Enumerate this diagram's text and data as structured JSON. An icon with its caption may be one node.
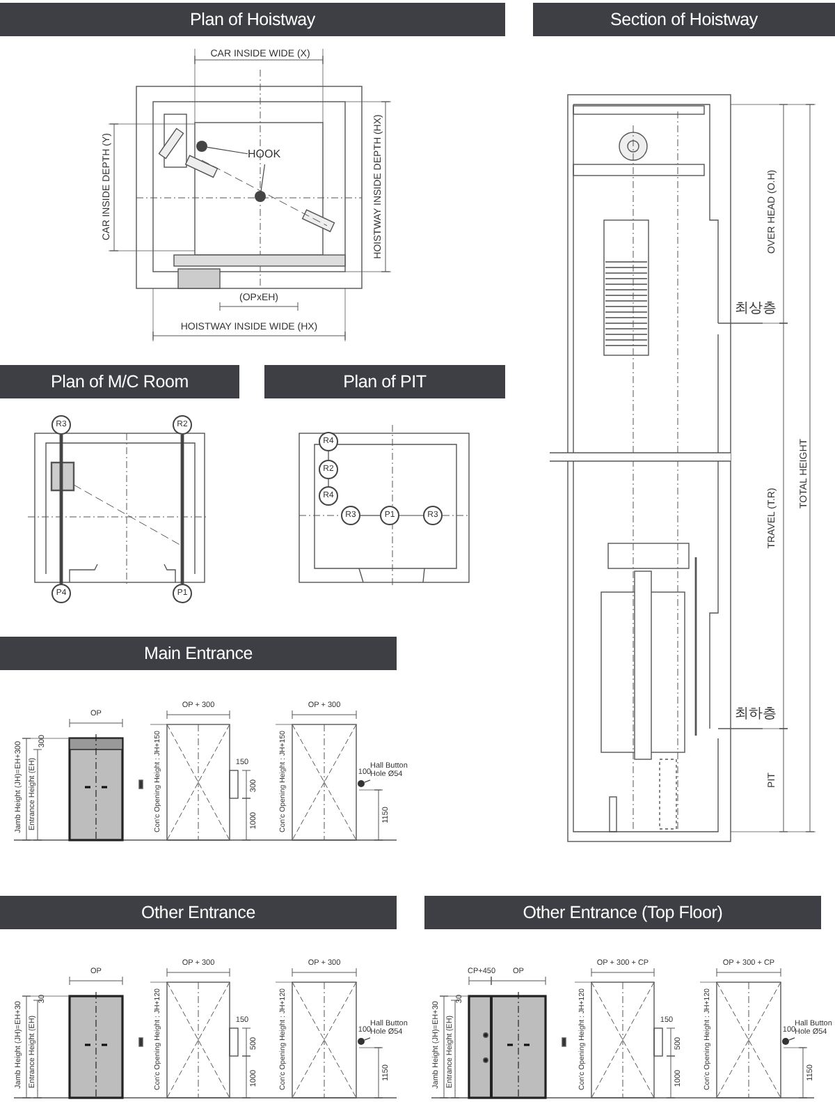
{
  "diagram": {
    "nodes": [
      {
        "text": [
          "Plan of Hoistway"
        ]
      },
      {
        "text": [
          "Section of Hoistway"
        ]
      },
      {
        "text": [
          "Plan of M/C Room"
        ]
      },
      {
        "text": [
          "Plan of PIT"
        ]
      },
      {
        "text": [
          "Main Entrance"
        ]
      },
      {
        "text": [
          "Other Entrance"
        ]
      },
      {
        "text": [
          "Other Entrance (Top Floor)"
        ]
      },
      {
        "text": [
          "HOOK"
        ]
      },
      {
        "text": [],
        "shape": "circle"
      },
      {
        "text": [],
        "shape": "circle"
      },
      {
        "text": [
          "R3"
        ]
      },
      {
        "text": [
          "R2"
        ]
      },
      {
        "text": [
          "P4"
        ]
      },
      {
        "text": [
          "P1"
        ]
      },
      {
        "text": [
          "R4"
        ]
      },
      {
        "text": [
          "R2"
        ]
      },
      {
        "text": [
          "R4"
        ]
      },
      {
        "text": [
          "R3"
        ]
      },
      {
        "text": [
          "P1"
        ]
      },
      {
        "text": [
          "R3"
        ]
      },
      {
        "text": [
          "Hall Button Hole Ø54"
        ]
      },
      {
        "text": [],
        "shape": "circle"
      },
      {
        "text": [
          "Hall Button Hole Ø54"
        ]
      },
      {
        "text": [],
        "shape": "circle"
      },
      {
        "text": [
          "Hall Button Hole Ø54"
        ]
      },
      {
        "text": [],
        "shape": "circle"
      }
    ],
    "edges": [
      {
        "from": 7,
        "to": 8,
        "arrow": "none"
      },
      {
        "from": 10,
        "to": 12,
        "arrow": "none",
        "style": "thick"
      },
      {
        "from": 11,
        "to": 13,
        "arrow": "none",
        "style": "thick"
      },
      {
        "from": 7,
        "to": 9,
        "arrow": "none"
      },
      {
        "from": 14,
        "to": 15,
        "arrow": "none"
      },
      {
        "from": 15,
        "to": 16,
        "arrow": "none"
      },
      {
        "from": 17,
        "to": 18,
        "arrow": "none"
      },
      {
        "from": 18,
        "to": 19,
        "arrow": "none"
      },
      {
        "from": 20,
        "to": 21,
        "arrow": "none"
      },
      {
        "from": 22,
        "to": 23,
        "arrow": "none"
      },
      {
        "from": 24,
        "to": 25,
        "arrow": "none"
      }
    ],
    "labels": [
      "CAR INSIDE WIDE (X)",
      "CAR INSIDE DEPTH (Y)",
      "HOISTWAY INSIDE DEPTH (HX)",
      "(OPxEH)",
      "HOISTWAY INSIDE WIDE (HX)",
      "OVER HEAD (O.H)",
      "최상층",
      "TRAVEL (T.R)",
      "TOTAL HEIGHT",
      "최하층",
      "PIT",
      "OP",
      "300",
      "Jamb Height (JH)=EH+300",
      "Entrance Height (EH)",
      "OP + 300",
      "Con'c Opening Height : JH+150",
      "150",
      "300",
      "1000",
      "OP + 300",
      "Con'c Opening Height : JH+150",
      "100",
      "1150",
      "OP",
      "30",
      "Jamb Height (JH)=EH+30",
      "Entrance Height (EH)",
      "OP + 300",
      "Con'c Opening Height : JH+120",
      "150",
      "500",
      "1000",
      "OP + 300",
      "Con'c Opening Height : JH+120",
      "100",
      "1150",
      "CP+450",
      "OP",
      "30",
      "Jamb Height (JH)=EH+30",
      "Entrance Height (EH)",
      "OP + 300 + CP",
      "Con'c Opening Height : JH+120",
      "150",
      "500",
      "1000",
      "OP + 300 + CP",
      "Con'c Opening Height : JH+120",
      "100",
      "1150"
    ]
  }
}
